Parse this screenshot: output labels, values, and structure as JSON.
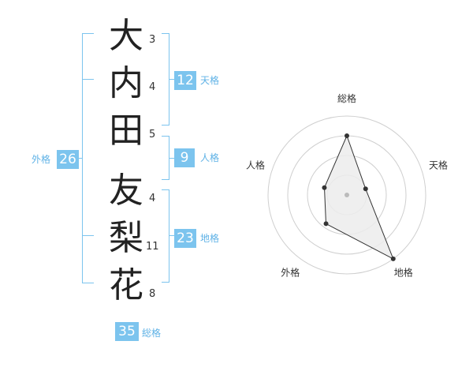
{
  "name": {
    "characters": [
      {
        "char": "大",
        "strokes": "3"
      },
      {
        "char": "内",
        "strokes": "4"
      },
      {
        "char": "田",
        "strokes": "5"
      },
      {
        "char": "友",
        "strokes": "4"
      },
      {
        "char": "梨",
        "strokes": "11"
      },
      {
        "char": "花",
        "strokes": "8"
      }
    ]
  },
  "groups": {
    "tenkaku": {
      "value": "12",
      "label": "天格"
    },
    "jinkaku": {
      "value": "9",
      "label": "人格"
    },
    "chikaku": {
      "value": "23",
      "label": "地格"
    },
    "gaikaku": {
      "value": "26",
      "label": "外格"
    },
    "soukaku": {
      "value": "35",
      "label": "総格"
    }
  },
  "radar": {
    "axes": [
      "総格",
      "天格",
      "地格",
      "外格",
      "人格"
    ],
    "levels": 4,
    "values": [
      0.75,
      0.25,
      1.0,
      0.45,
      0.3
    ],
    "colors": {
      "grid": "#cfcfcf",
      "fill": "#ececec",
      "stroke": "#333333",
      "point": "#333333",
      "center": "#bbbbbb"
    }
  },
  "colors": {
    "accent": "#7cc4ee"
  }
}
